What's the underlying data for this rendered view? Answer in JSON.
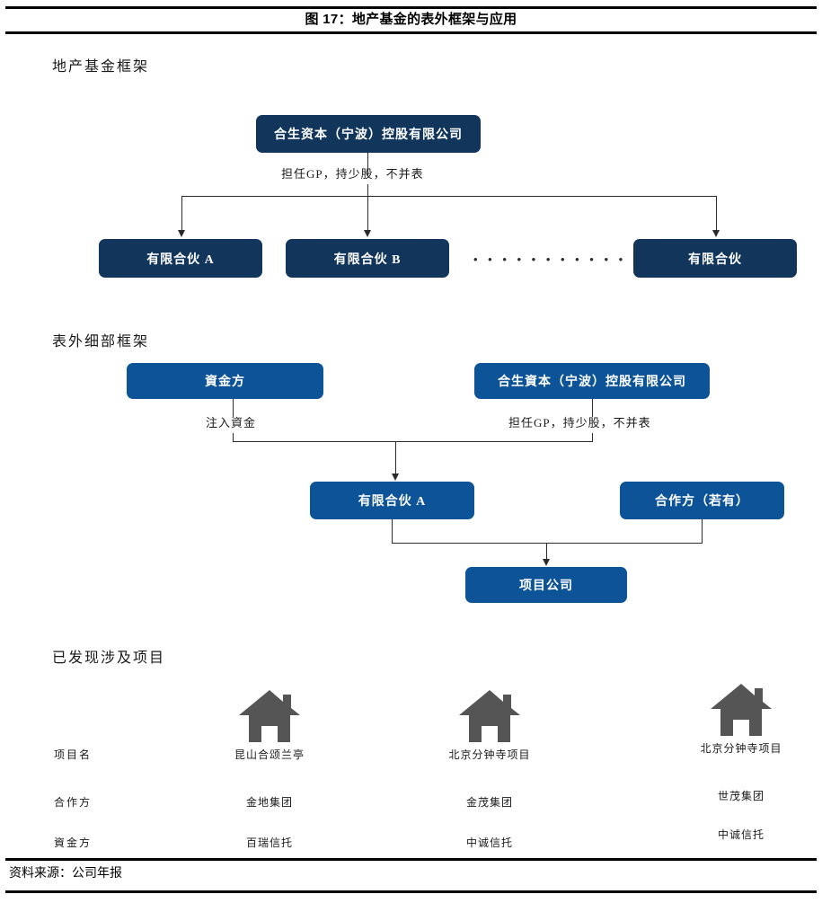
{
  "header": {
    "figure_title": "图 17：地产基金的表外框架与应用"
  },
  "sections": {
    "fund_framework_caption": "地产基金框架",
    "offbalance_caption": "表外细部框架",
    "projects_caption": "已发现涉及项目"
  },
  "diagram1": {
    "top_node": "合生资本（宁波）控股有限公司",
    "edge_label": "担任GP，持少股，不并表",
    "children": [
      {
        "label": "有限合伙 A"
      },
      {
        "label": "有限合伙 B"
      },
      {
        "label": "有限合伙"
      }
    ],
    "ellipsis": "• • • • • • • • • • • • • •"
  },
  "diagram2": {
    "left_node": "資金方",
    "right_node": "合生資本（宁波）控股有限公司",
    "left_edge_label": "注入資金",
    "right_edge_label": "担任GP，持少股，不并表",
    "mid_node": "有限合伙 A",
    "partner_node": "合作方（若有）",
    "bottom_node": "项目公司"
  },
  "projects": {
    "row_labels": [
      "项目名",
      "合作方",
      "資金方"
    ],
    "columns": [
      {
        "icon": "house-icon",
        "project_name": "昆山合颂兰亭",
        "partner": "金地集团",
        "funder": "百瑞信托"
      },
      {
        "icon": "house-icon",
        "project_name": "北京分钟寺项目",
        "partner": "金茂集团",
        "funder": "中诚信托"
      },
      {
        "icon": "house-icon",
        "project_name": "北京分钟寺项目",
        "partner": "世茂集团",
        "funder": "中诚信托"
      }
    ]
  },
  "footer": {
    "source": "资料来源：公司年报"
  },
  "colors": {
    "navy": "#12365B",
    "blue": "#0C5398",
    "icon_gray": "#555555",
    "rule": "#000000"
  }
}
